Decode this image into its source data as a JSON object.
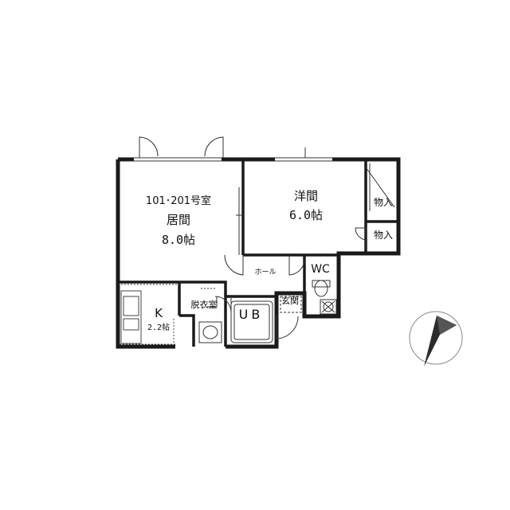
{
  "floor_plan": {
    "unit_label": "101･201号室",
    "rooms": {
      "living": {
        "name": "居間",
        "size": "8.0帖"
      },
      "western": {
        "name": "洋間",
        "size": "6.0帖"
      },
      "kitchen": {
        "name": "K",
        "size": "2.2帖"
      },
      "closet_upper": {
        "name": "物入"
      },
      "closet_lower": {
        "name": "物入"
      },
      "wc": {
        "name": "WC"
      },
      "hall": {
        "name": "ホール"
      },
      "dressing": {
        "name": "脱衣室"
      },
      "bath": {
        "name": "UB"
      },
      "entrance": {
        "name": "玄関"
      }
    }
  },
  "colors": {
    "wall": "#1a1a1a",
    "line": "#333333",
    "background": "#ffffff",
    "compass": "#2b2b2b"
  },
  "icons": [
    "compass-north-arrow-icon",
    "toilet-icon",
    "washbasin-icon",
    "sink-icon",
    "door-swing-icon"
  ]
}
